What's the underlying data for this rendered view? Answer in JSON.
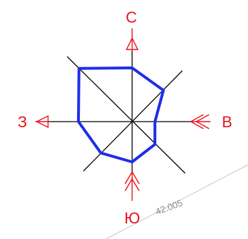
{
  "compass": {
    "north": "С",
    "south": "Ю",
    "east": "В",
    "west": "З"
  },
  "dimension_label": "42.005",
  "colors": {
    "compass": "#e8141e",
    "rose": "#1f2ee8",
    "axes": "#000000",
    "dimension_line": "#c8c8c8",
    "dimension_text": "#8a8a8a"
  },
  "wind_rose": {
    "directions": [
      "N",
      "NE",
      "E",
      "SE",
      "S",
      "SW",
      "W",
      "NW"
    ],
    "values": [
      4,
      3.3,
      1.7,
      2.4,
      3.0,
      3.3,
      4.0,
      5.6
    ]
  }
}
